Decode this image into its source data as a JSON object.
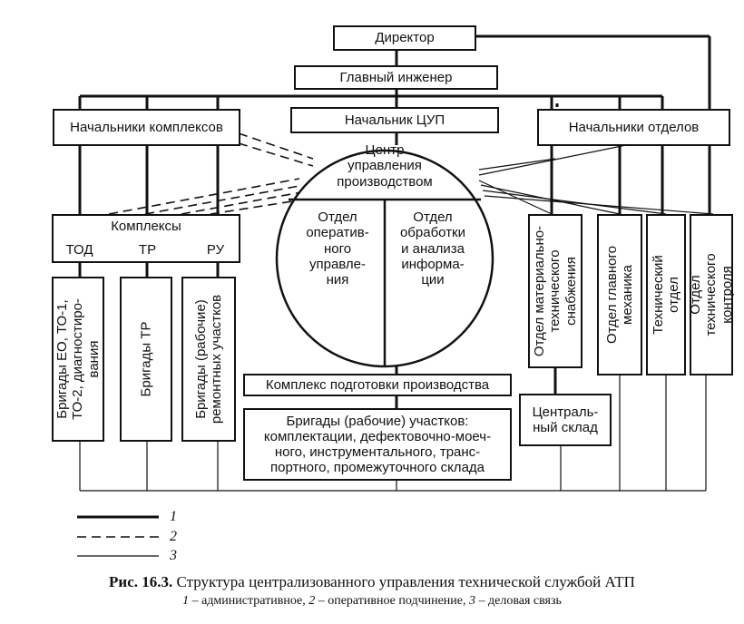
{
  "diagram": {
    "director": "Директор",
    "chief_engineer": "Главный инженер",
    "heads_of_complexes": "Начальники комплексов",
    "head_cup": "Начальник ЦУП",
    "heads_of_departments": "Начальники отделов",
    "center": "Центр\nуправления\nпроизводством",
    "operative_dept": "Отдел\nоператив-\nного\nуправле-\nния",
    "analysis_dept": "Отдел\nобработки\nи анализа\nинформа-\nции",
    "complexes_label": "Комплексы",
    "tod": "ТОД",
    "tr": "ТР",
    "ru": "РУ",
    "brigades_eo": "Бригады ЕО, ТО-1,\nТО-2, диагностиро-\nвания",
    "brigades_tr": "Бригады ТР",
    "brigades_workers": "Бригады (рабочие)\nремонтных участков",
    "dept_mts": "Отдел материально-\nтехнического\nснабжения",
    "dept_chief_mechanic": "Отдел главного\nмеханика",
    "dept_technical": "Технический отдел",
    "dept_tech_control": "Отдел технического\nконтроля",
    "central_warehouse": "Централь-\nный склад",
    "prep_complex": "Комплекс подготовки производства",
    "brigades_sites": "Бригады (рабочие) участков:\nкомплектации, дефектовочно-моеч-\nного, инструментального, транс-\nпортного, промежуточного склада"
  },
  "legend": [
    {
      "num": "1",
      "style": "solid-bold"
    },
    {
      "num": "2",
      "style": "dashed"
    },
    {
      "num": "3",
      "style": "solid-thin"
    }
  ],
  "caption": {
    "fig_label": "Рис. 16.3.",
    "title": "Структура централизованного управления технической службой АТП",
    "n1": "1",
    "t1": " – административное, ",
    "n2": "2",
    "t2": " – оперативное подчинение, ",
    "n3": "3",
    "t3": " – деловая связь"
  }
}
